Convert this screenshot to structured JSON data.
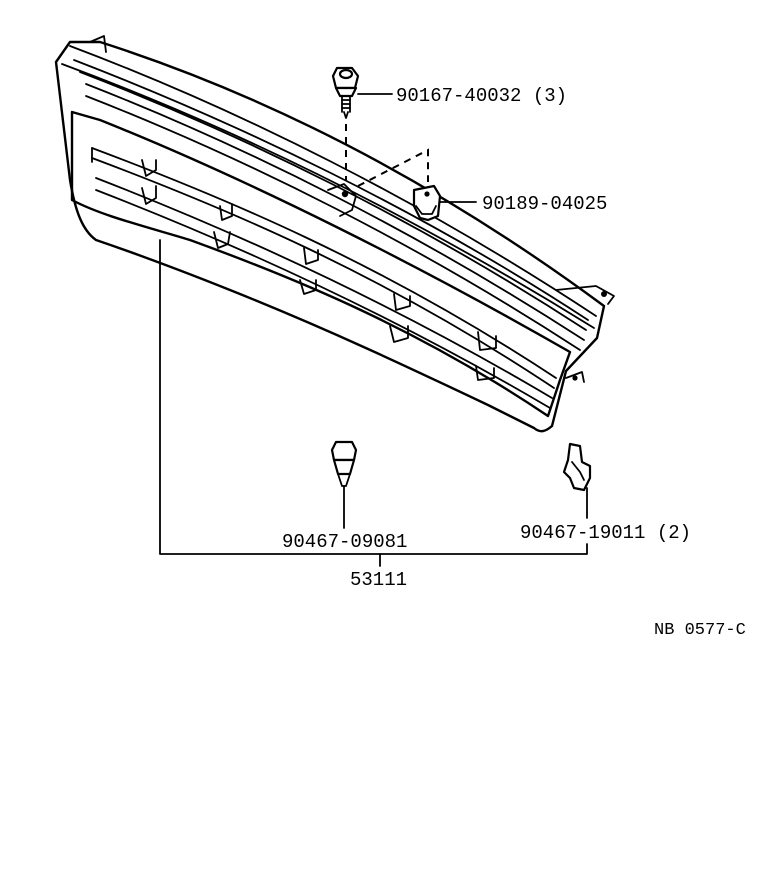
{
  "diagram": {
    "part_numbers": {
      "screw_top": "90167-40032 (3)",
      "nut_clip": "90189-04025",
      "clip_lower_left": "90467-09081",
      "clip_lower_right": "90467-19011 (2)",
      "grille_assembly": "53111"
    },
    "figure_code": "NB 0577-C"
  }
}
